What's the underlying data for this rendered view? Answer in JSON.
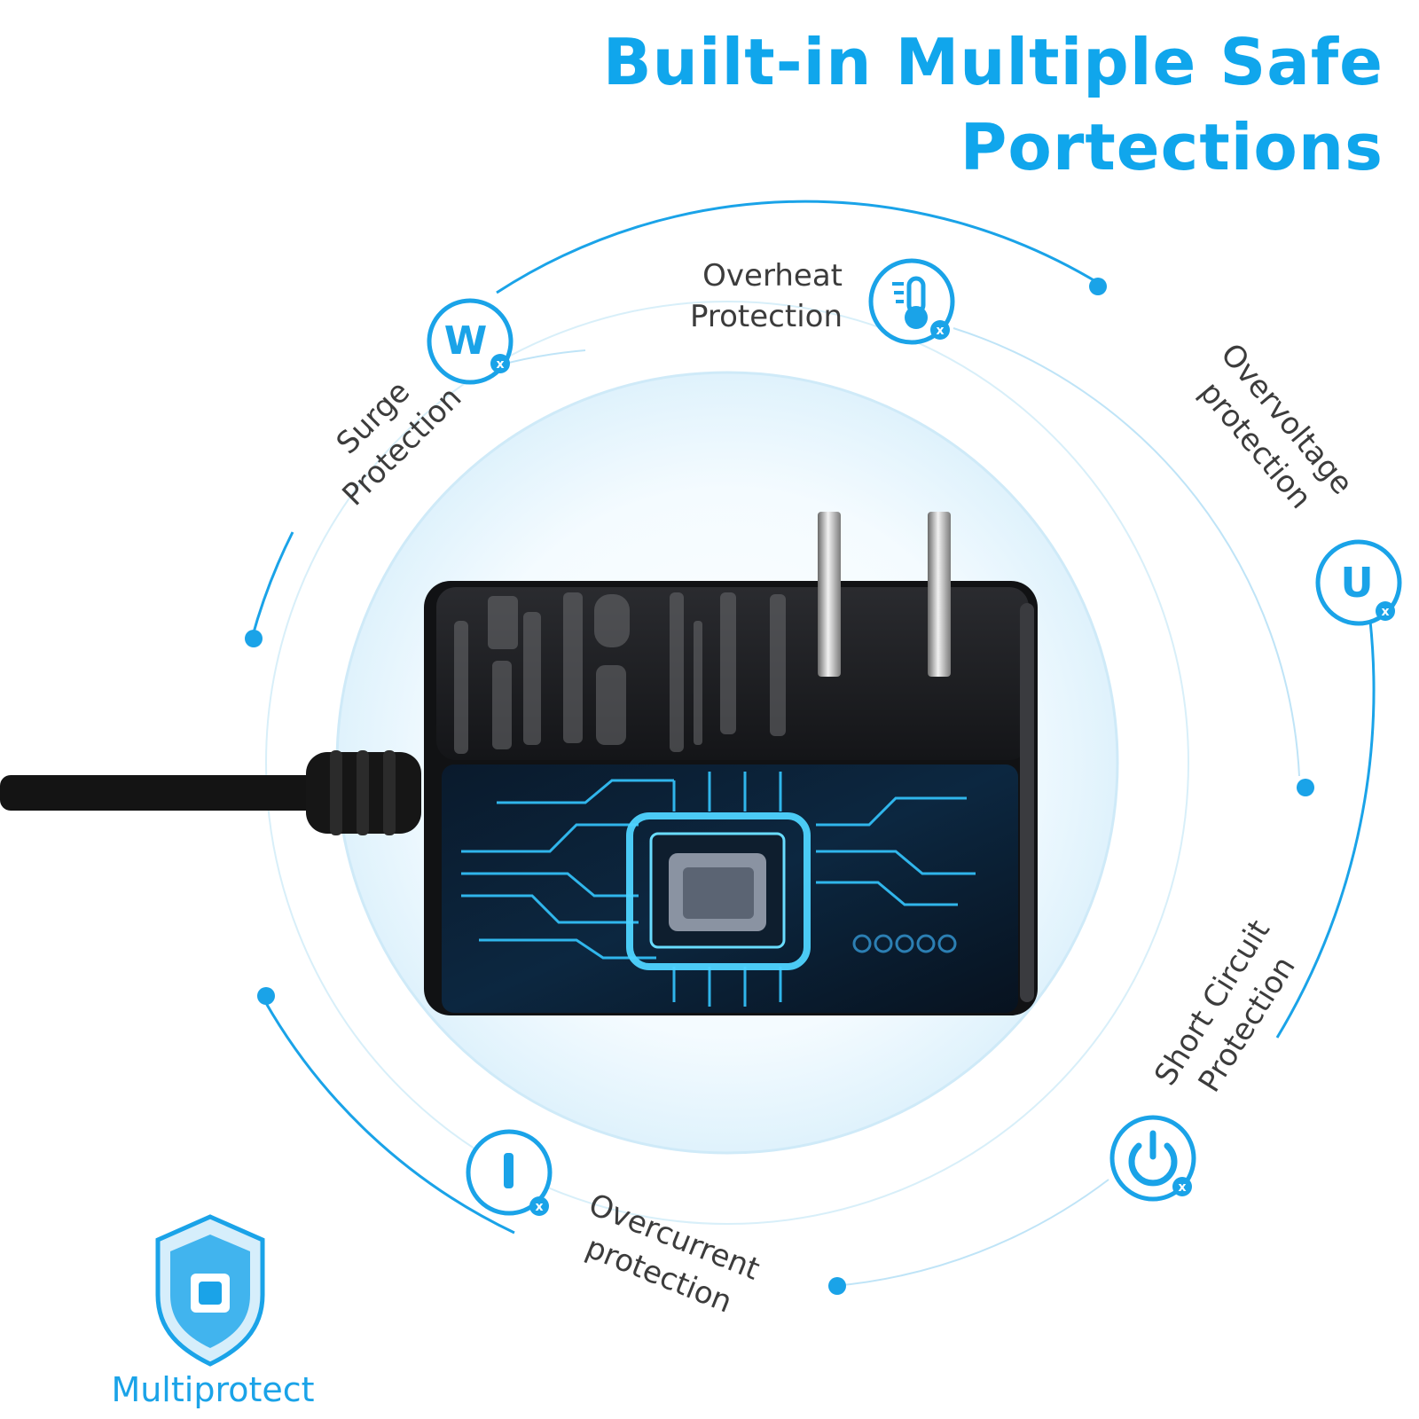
{
  "title": "Built-in Multiple Safe Portections",
  "colors": {
    "accent": "#1aa3e8",
    "title": "#10a6ec",
    "text": "#3c3c3c",
    "charger": "#1c1d20",
    "circuit": "#35c6ff"
  },
  "protections": {
    "overheat": {
      "line1": "Overheat",
      "line2": "Protection",
      "icon": "thermometer-x-icon"
    },
    "surge": {
      "line1": "Surge",
      "line2": "Protection",
      "icon": "w-x-icon",
      "glyph": "W"
    },
    "overvoltage": {
      "line1": "Overvoltage",
      "line2": "protection",
      "icon": "u-x-icon",
      "glyph": "U"
    },
    "short_circuit": {
      "line1": "Short Circuit",
      "line2": "Protection",
      "icon": "power-x-icon"
    },
    "overcurrent": {
      "line1": "Overcurrent",
      "line2": "protection",
      "icon": "i-x-icon",
      "glyph": "I"
    }
  },
  "badge_x": "x",
  "multiprotect": {
    "label": "Multiprotect",
    "icon": "shield-chip-icon"
  }
}
